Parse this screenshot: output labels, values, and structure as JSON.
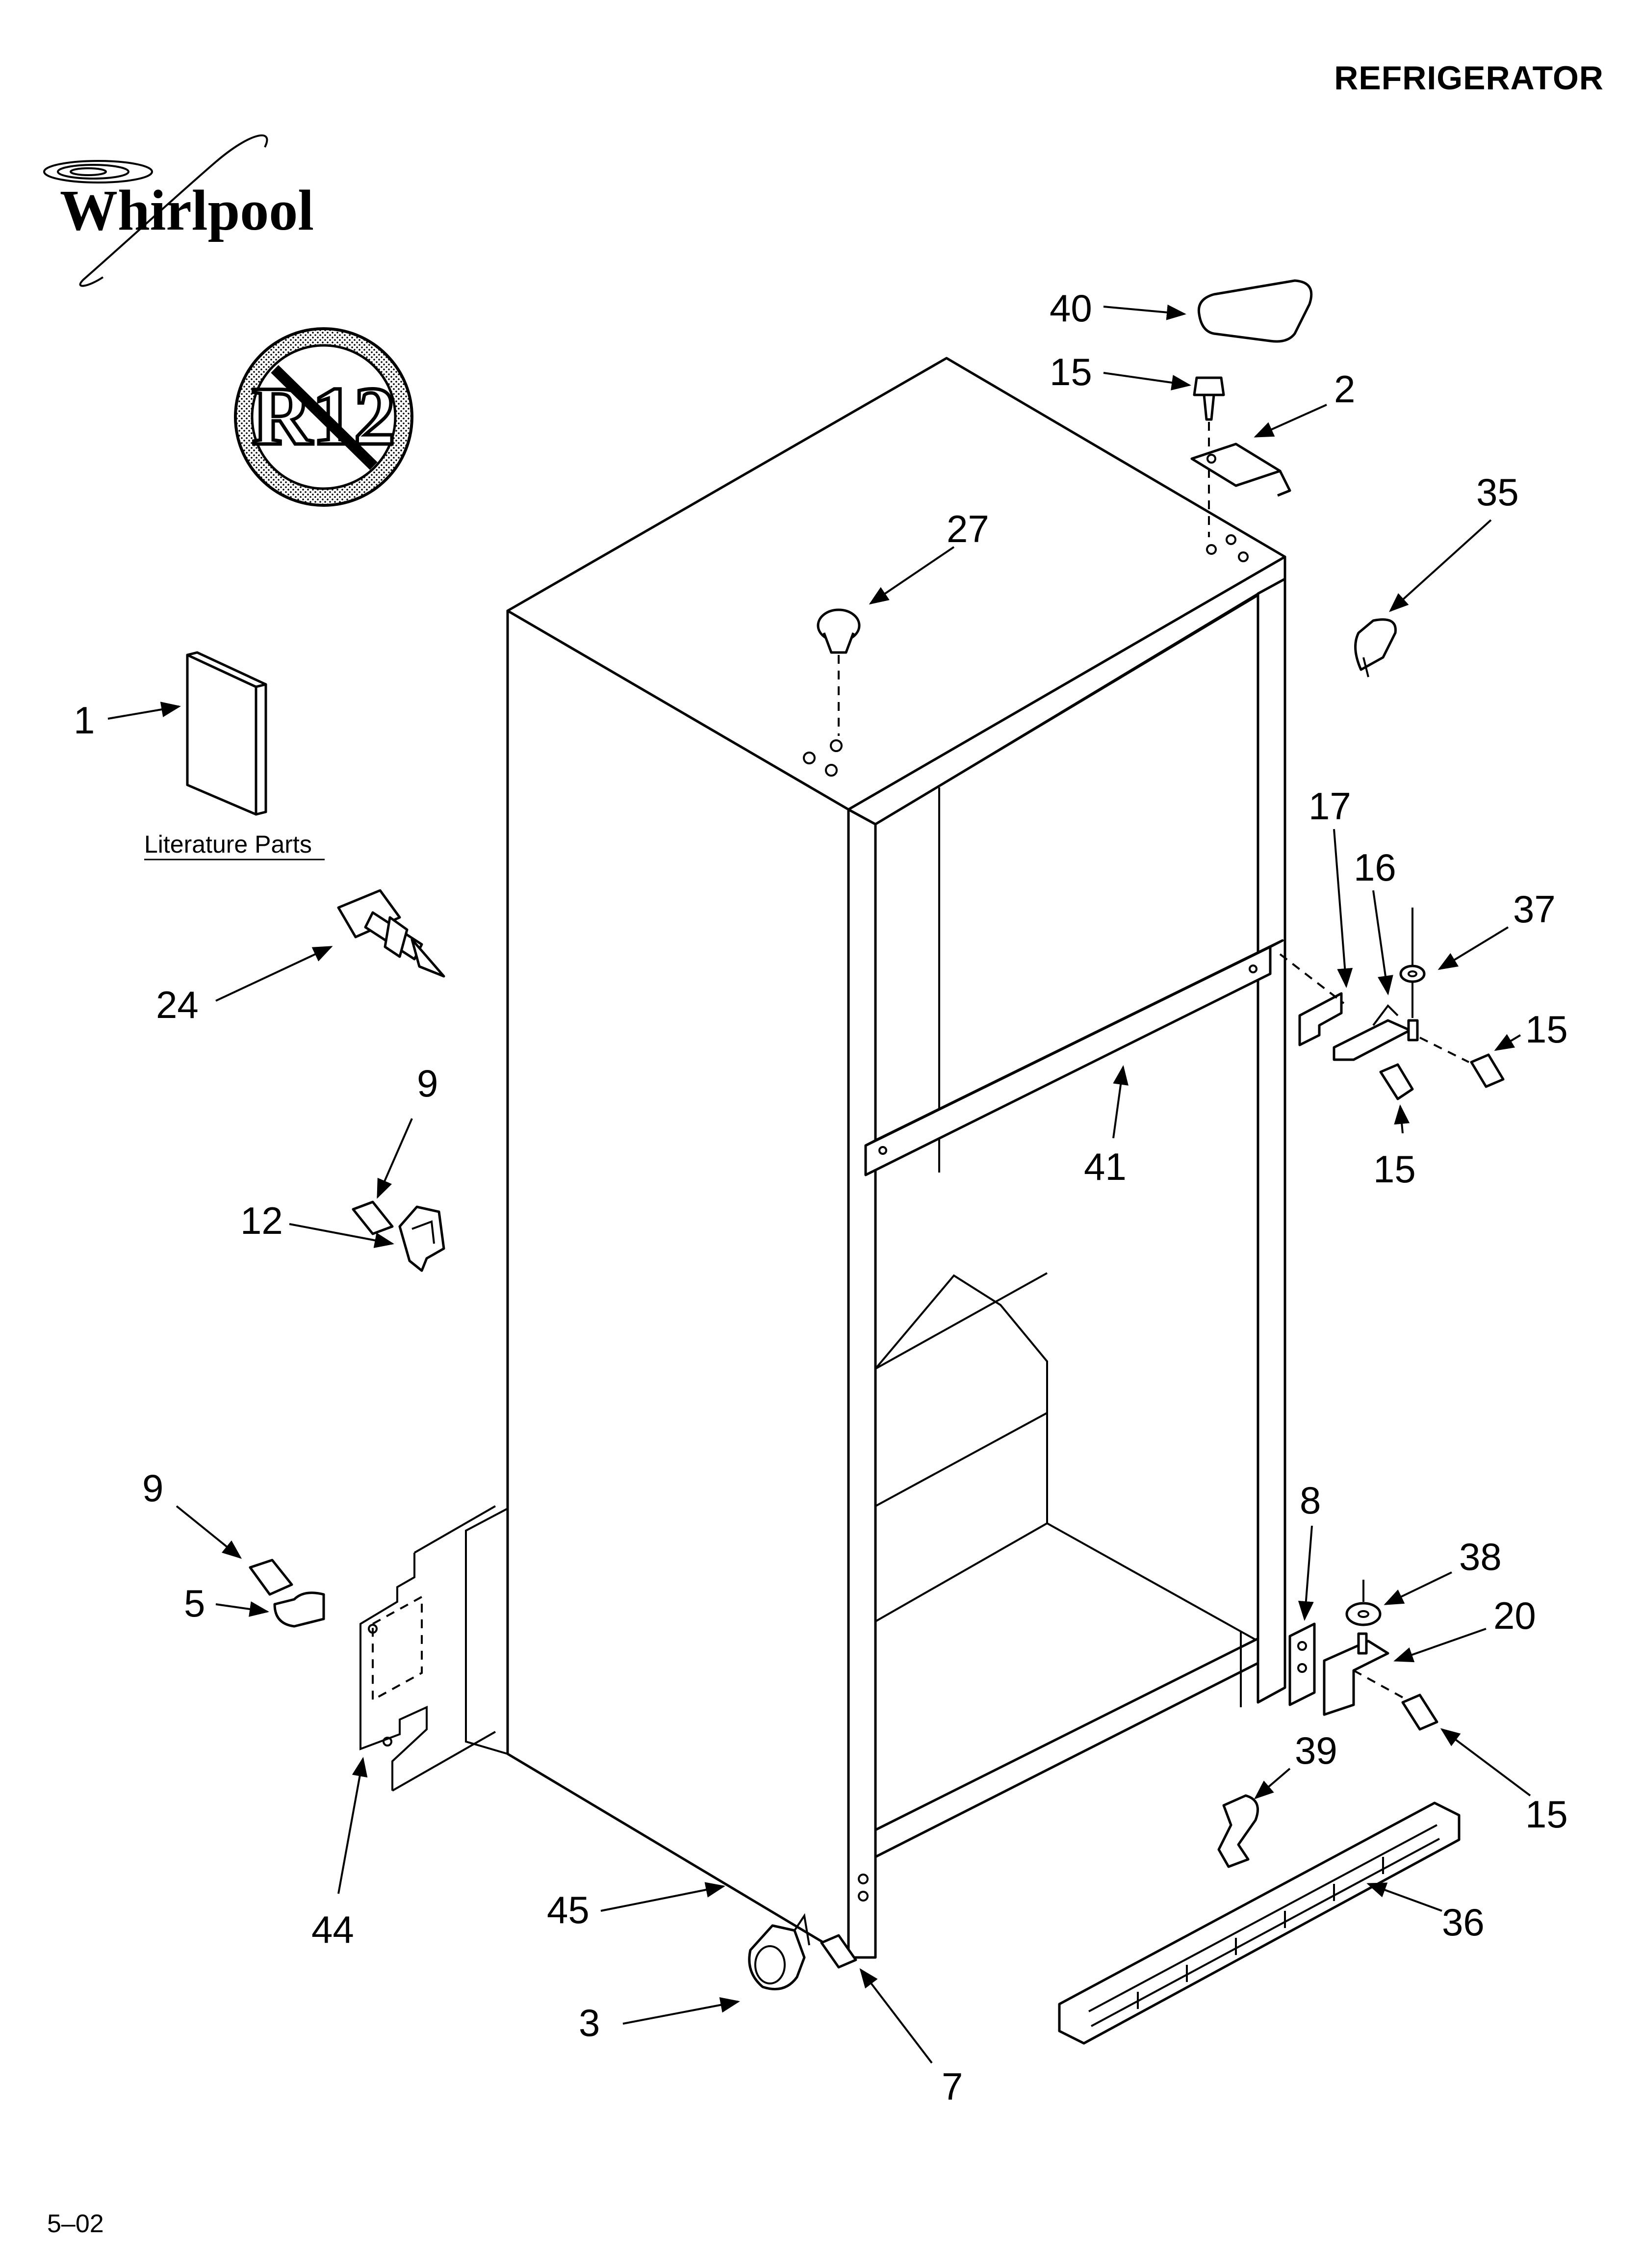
{
  "header": {
    "title": "REFRIGERATOR",
    "brand": "Whirlpool",
    "badge_text": "R12"
  },
  "footer": {
    "date_code": "5–02"
  },
  "literature_label": "Literature Parts",
  "callouts": {
    "c1": "1",
    "c2": "2",
    "c3": "3",
    "c5": "5",
    "c7": "7",
    "c8": "8",
    "c9a": "9",
    "c9b": "9",
    "c12": "12",
    "c15a": "15",
    "c15b": "15",
    "c15c": "15",
    "c15d": "15",
    "c16": "16",
    "c17": "17",
    "c20": "20",
    "c24": "24",
    "c27": "27",
    "c35": "35",
    "c36": "36",
    "c37": "37",
    "c38": "38",
    "c39": "39",
    "c40": "40",
    "c41": "41",
    "c44": "44",
    "c45": "45"
  },
  "colors": {
    "ink": "#000000",
    "paper": "#ffffff"
  }
}
